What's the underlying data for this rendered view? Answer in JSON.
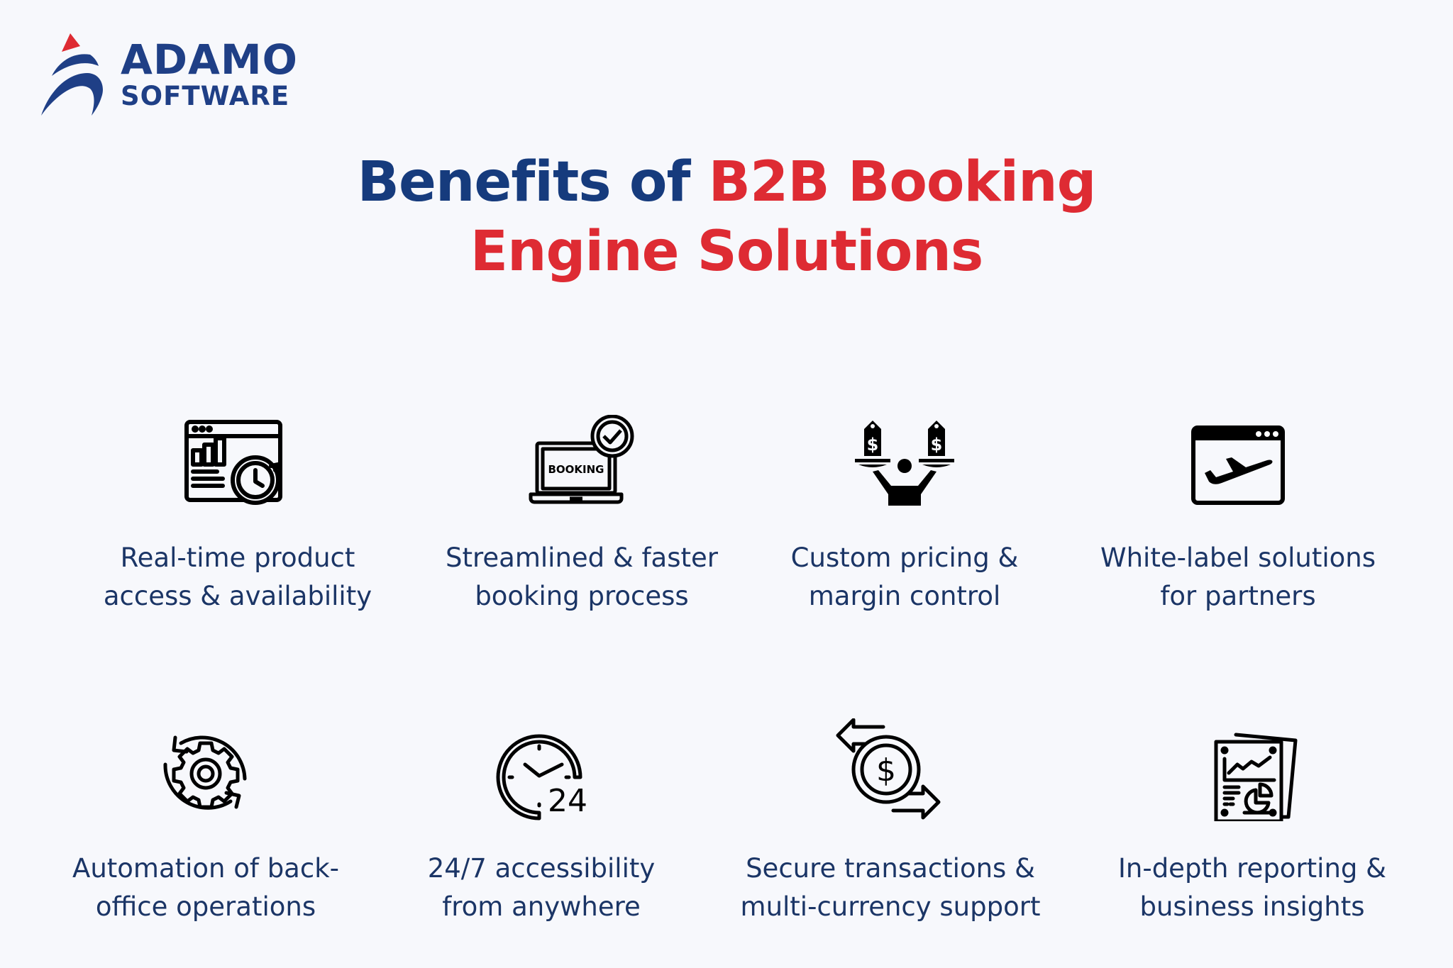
{
  "brand": {
    "name_line1": "ADAMO",
    "name_line2": "SOFTWARE",
    "colors": {
      "navy": "#1f3f86",
      "red": "#de2b33"
    }
  },
  "title": {
    "part1": "Benefits of ",
    "part2": "B2B Booking",
    "part3": "Engine Solutions",
    "colors": {
      "blue": "#163b7d",
      "red": "#de2b33"
    }
  },
  "benefits": [
    {
      "icon": "realtime-dashboard-clock-icon",
      "label": "Real-time product\naccess & availability"
    },
    {
      "icon": "laptop-booking-check-icon",
      "label": "Streamlined & faster\nbooking process",
      "icon_text": "BOOKING"
    },
    {
      "icon": "person-balancing-price-tags-icon",
      "label": "Custom pricing &\nmargin control"
    },
    {
      "icon": "browser-airplane-icon",
      "label": "White-label solutions\nfor partners"
    },
    {
      "icon": "gear-cycle-icon",
      "label": "Automation of back-\noffice operations"
    },
    {
      "icon": "clock-24-icon",
      "label": "24/7 accessibility\nfrom anywhere",
      "icon_text": "24"
    },
    {
      "icon": "currency-exchange-icon",
      "label": "Secure transactions &\nmulti-currency support"
    },
    {
      "icon": "report-documents-icon",
      "label": "In-depth reporting &\nbusiness insights"
    }
  ]
}
